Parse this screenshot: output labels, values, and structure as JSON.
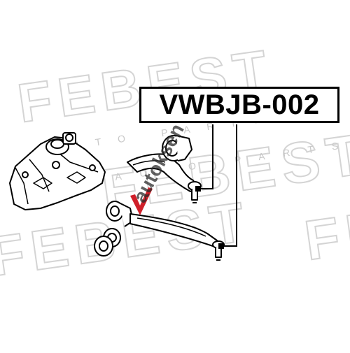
{
  "diagram": {
    "part_number": "VWBJB-002",
    "watermark_brand": "FEBEST",
    "watermark_tagline": "AUTO PARTS",
    "overlay_watermark": "autoksen",
    "colors": {
      "line": "#000000",
      "watermark": "#d9d9d9",
      "overlay_red": "#d0202a",
      "overlay_text": "#2b2b2b",
      "background": "#ffffff"
    }
  }
}
